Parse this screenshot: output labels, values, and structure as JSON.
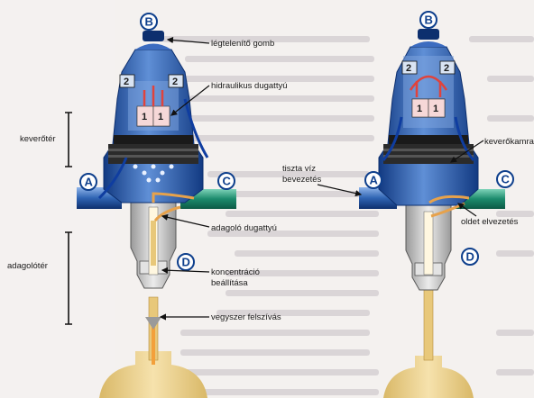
{
  "labels": {
    "legtelenito_gomb": "légtelenítő gomb",
    "hidraulikus_dugattyu": "hidraulikus dugattyú",
    "keverokamra": "keverőkamra",
    "kevertoter": "keverőtér",
    "tiszta_viz_line1": "tiszta víz",
    "tiszta_viz_line2": "bevezetés",
    "oldet_elvezetes": "oldet elvezetés",
    "adagolo_dugattyu": "adagoló dugattyú",
    "adagoloter": "adagolótér",
    "koncentracio_line1": "koncentráció",
    "koncentracio_line2": "beállítása",
    "vegyszer_felszivas": "vegyszer felszívás"
  },
  "letters": {
    "A": "A",
    "B": "B",
    "C": "C",
    "D": "D"
  },
  "piston_numbers": {
    "one": "1",
    "two": "2"
  },
  "colors": {
    "body_blue": "#2f64b3",
    "body_dark": "#0d2f6e",
    "water_green": "#1c8a6c",
    "flow_orange": "#e7a24b",
    "flow_red": "#e0433c",
    "chem_yellow": "#e8c87a",
    "background": "#f4f1ef"
  }
}
